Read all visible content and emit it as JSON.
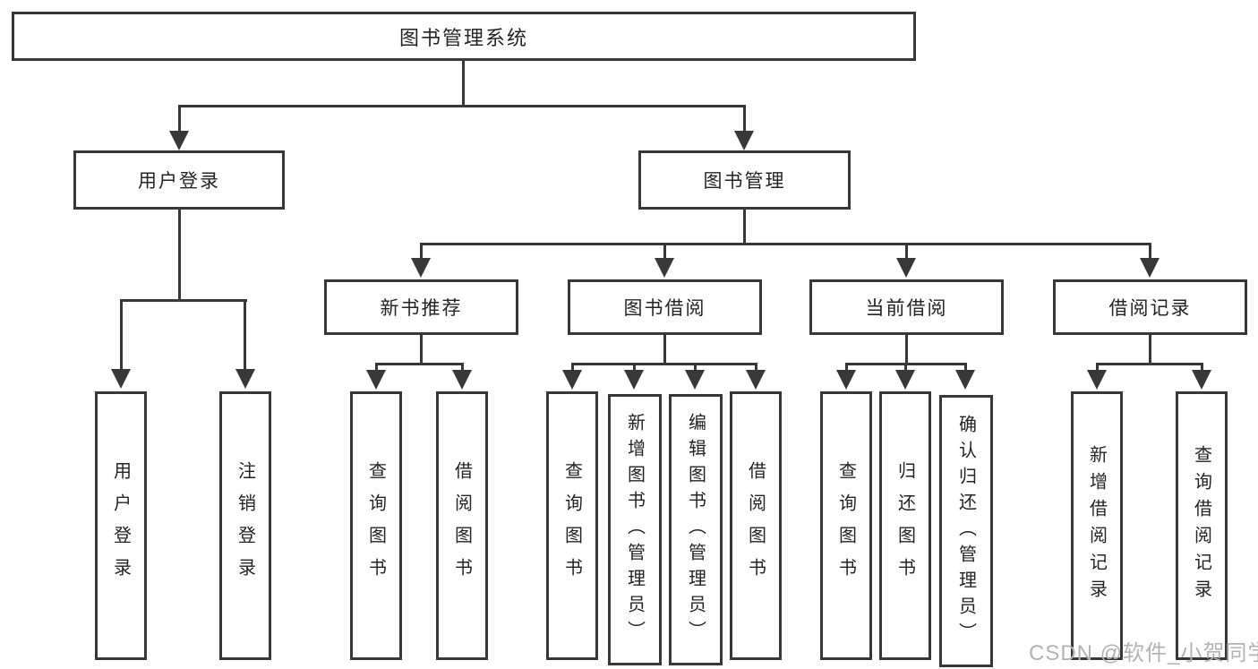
{
  "tree": {
    "root": "图书管理系统",
    "branches": [
      {
        "label": "用户登录",
        "children": [
          "用户登录",
          "注销登录"
        ]
      },
      {
        "label": "图书管理",
        "children": [
          {
            "label": "新书推荐",
            "children": [
              "查询图书",
              "借阅图书"
            ]
          },
          {
            "label": "图书借阅",
            "children": [
              "查询图书",
              "新增图书（管理员）",
              "编辑图书（管理员）",
              "借阅图书"
            ]
          },
          {
            "label": "当前借阅",
            "children": [
              "查询图书",
              "归还图书",
              "确认归还（管理员）"
            ]
          },
          {
            "label": "借阅记录",
            "children": [
              "新增借阅记录",
              "查询借阅记录"
            ]
          }
        ]
      }
    ]
  },
  "watermark": "CSDN @软件_小贺同学",
  "colors": {
    "line": "#383838",
    "text": "#242424",
    "watermark": "#b3b3b3",
    "background": "#ffffff"
  }
}
